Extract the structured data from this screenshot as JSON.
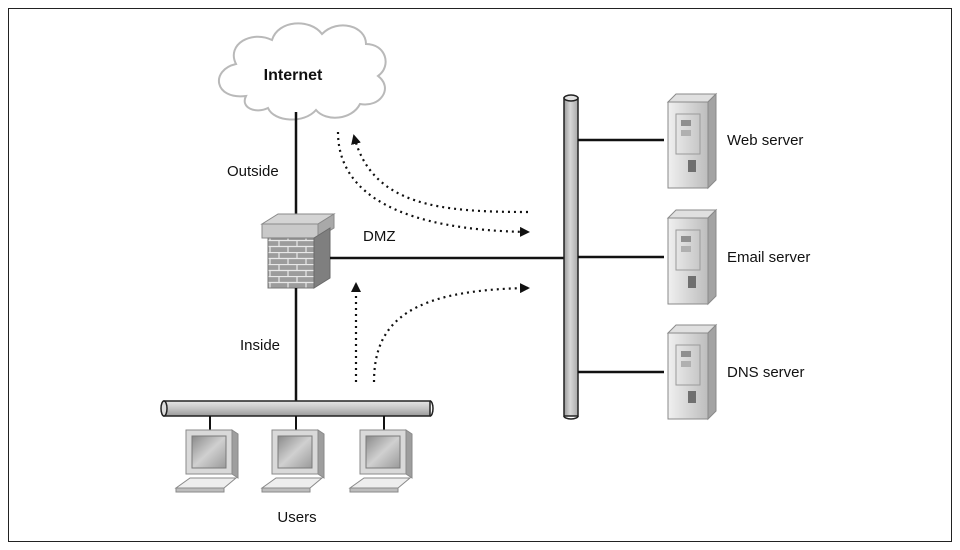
{
  "diagram": {
    "labels": {
      "internet": "Internet",
      "outside": "Outside",
      "dmz": "DMZ",
      "inside": "Inside",
      "users": "Users",
      "web_server": "Web server",
      "email_server": "Email server",
      "dns_server": "DNS server"
    },
    "nodes": [
      "Internet",
      "Firewall",
      "DMZ bus",
      "Web server",
      "Email server",
      "DNS server",
      "Inside LAN",
      "User workstation 1",
      "User workstation 2",
      "User workstation 3"
    ],
    "edges": [
      {
        "from": "Internet",
        "to": "Firewall",
        "label": "Outside"
      },
      {
        "from": "Firewall",
        "to": "DMZ bus",
        "label": "DMZ"
      },
      {
        "from": "Firewall",
        "to": "Inside LAN",
        "label": "Inside"
      },
      {
        "from": "DMZ bus",
        "to": "Web server"
      },
      {
        "from": "DMZ bus",
        "to": "Email server"
      },
      {
        "from": "DMZ bus",
        "to": "DNS server"
      },
      {
        "from": "Inside LAN",
        "to": "User workstation 1"
      },
      {
        "from": "Inside LAN",
        "to": "User workstation 2"
      },
      {
        "from": "Inside LAN",
        "to": "User workstation 3"
      }
    ],
    "flows": [
      {
        "from": "DMZ",
        "to": "Internet",
        "style": "dotted-arrow"
      },
      {
        "from": "Internet",
        "to": "DMZ",
        "style": "dotted-arrow"
      },
      {
        "from": "Inside",
        "to": "Internet",
        "style": "dotted-arrow"
      },
      {
        "from": "Inside",
        "to": "DMZ",
        "style": "dotted-arrow"
      }
    ]
  }
}
